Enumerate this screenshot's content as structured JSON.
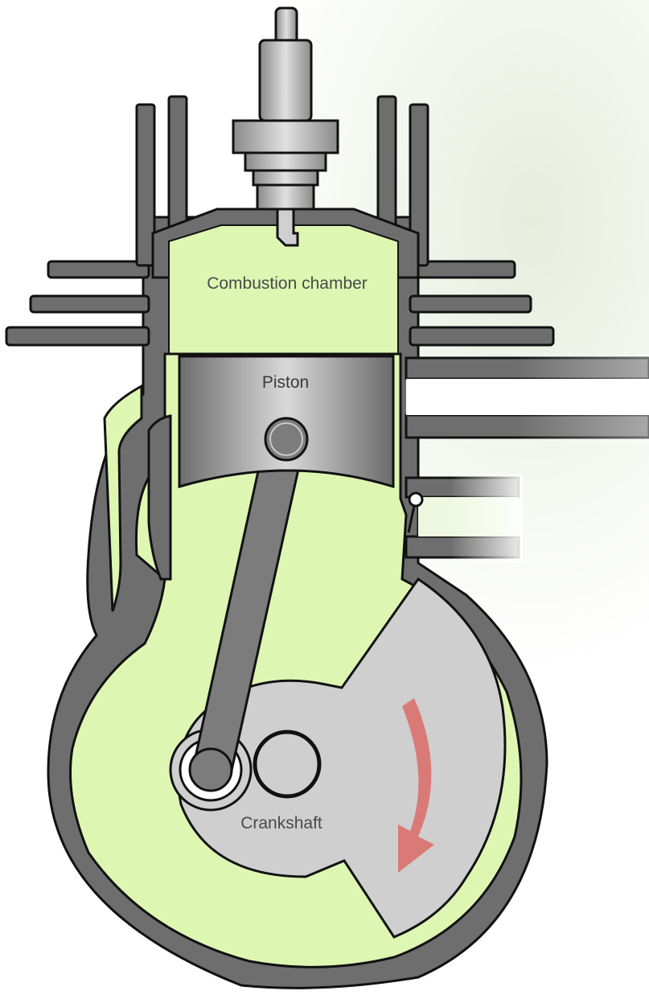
{
  "labels": {
    "combustion_chamber": "Combustion chamber",
    "piston": "Piston",
    "crankshaft": "Crankshaft"
  },
  "colors": {
    "mixture": "#ddf7b3",
    "wall": "#6e6e6e",
    "outline": "#111111",
    "crank": "#cfcfcf",
    "arrow": "#d9706b",
    "background_tint": "#eef3e6"
  }
}
